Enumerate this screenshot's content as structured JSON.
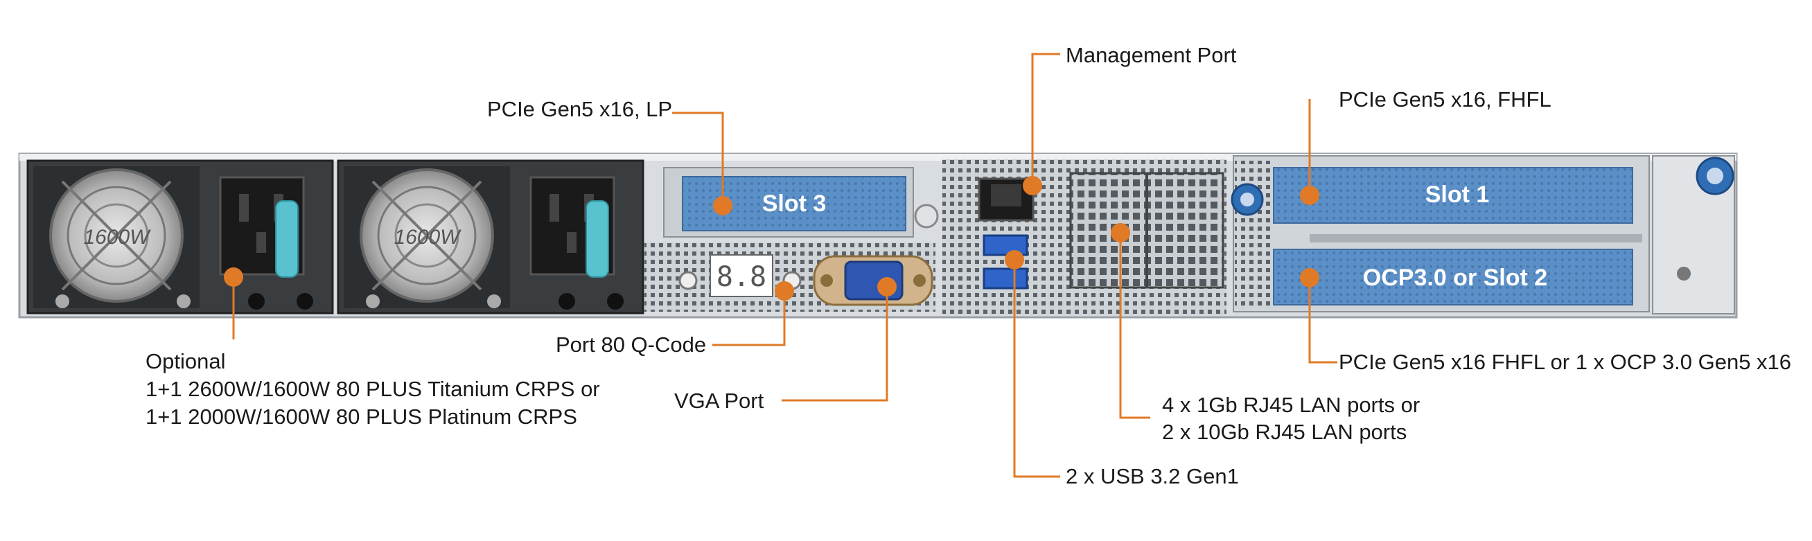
{
  "colors": {
    "callout": "#e07a26",
    "slot_fill": "#5b8fc7",
    "chassis": "#d9dde1",
    "chassis_dark": "#b9bfc5",
    "psu_handle": "#58c2cf"
  },
  "panel_labels": {
    "slot3": "Slot 3",
    "slot1": "Slot 1",
    "slot2": "OCP3.0 or Slot 2",
    "psu1_rating": "1600W",
    "psu2_rating": "1600W",
    "qcode_display": "8.8"
  },
  "callouts": {
    "pcie_lp": "PCIe Gen5 x16, LP",
    "management_port": "Management Port",
    "pcie_fhfl": "PCIe Gen5 x16, FHFL",
    "psu": {
      "line1": "Optional",
      "line2": "1+1 2600W/1600W 80 PLUS Titanium CRPS or",
      "line3": "1+1 2000W/1600W 80 PLUS Platinum CRPS"
    },
    "port80": "Port 80 Q-Code",
    "vga": "VGA Port",
    "lan": {
      "line1": "4 x 1Gb RJ45 LAN ports or",
      "line2": "2 x 10Gb RJ45 LAN ports"
    },
    "usb": "2 x USB 3.2 Gen1",
    "ocp": "PCIe Gen5 x16 FHFL or 1 x OCP 3.0 Gen5 x16"
  }
}
